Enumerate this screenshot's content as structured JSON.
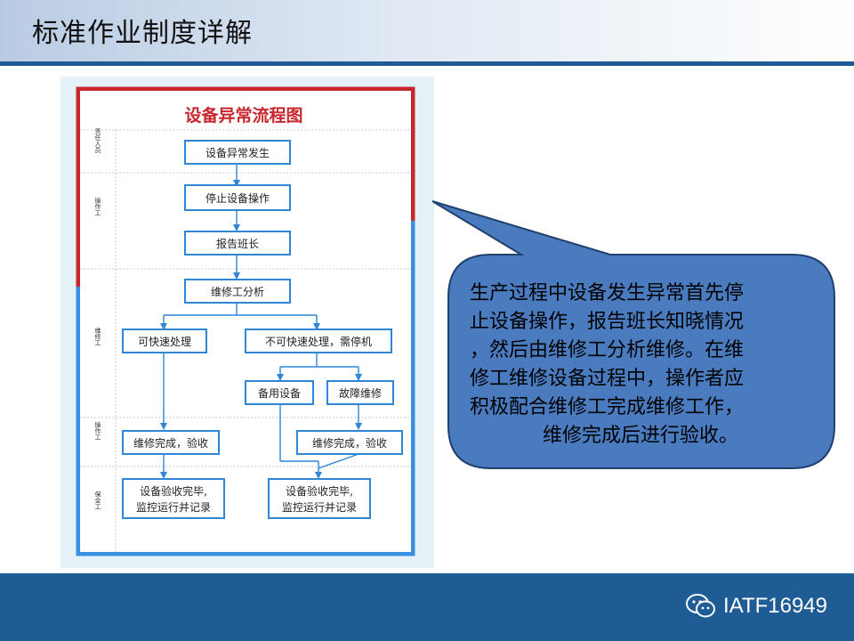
{
  "slide": {
    "title": "标准作业制度详解",
    "brand": "IATF16949"
  },
  "flowchart": {
    "title": "设备异常流程图",
    "roles": [
      "责任人员",
      "操作工",
      "维修工",
      "操作工",
      "保全工"
    ],
    "nodes": {
      "n1": "设备异常发生",
      "n2": "停止设备操作",
      "n3": "报告班长",
      "n4": "维修工分析",
      "n5": "可快速处理",
      "n6": "不可快速处理，需停机",
      "n7": "备用设备",
      "n8": "故障维修",
      "n9": "维修完成，验收",
      "n10": "维修完成，验收",
      "n11a": "设备验收完毕,",
      "n11b": "监控运行并记录",
      "n12a": "设备验收完毕,",
      "n12b": "监控运行并记录"
    }
  },
  "callout": {
    "lines": [
      "生产过程中设备发生异常首先停",
      "止设备操作，报告班长知晓情况",
      "，然后由维修工分析维修。在维",
      "修工维修设备过程中，操作者应",
      "积极配合维修工完成维修工作，",
      "维修完成后进行验收。"
    ]
  },
  "colors": {
    "header_rule": "#1f5c96",
    "footer": "#1f5c96",
    "callout_fill": "#4a7bbf",
    "frame_red": "#c8272e",
    "frame_blue": "#3a8fe0",
    "node_border": "#2f86d6"
  }
}
